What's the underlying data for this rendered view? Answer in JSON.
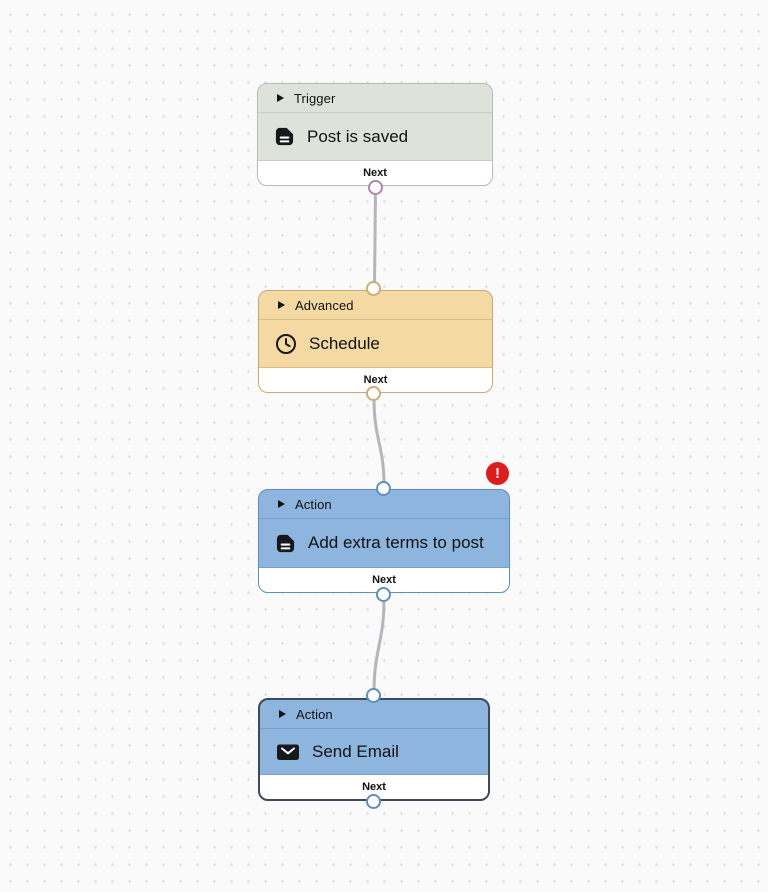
{
  "canvas": {
    "background_color": "#fafafa",
    "dot_color": "#d8d8d8",
    "connector_color": "#b5b5ba"
  },
  "nodes": [
    {
      "category": "Trigger",
      "title": "Post is saved",
      "icon": "document-icon",
      "footer_label": "Next",
      "has_error": false,
      "selected": false,
      "colors": {
        "background": "#dde3da",
        "border": "#b6bfb2",
        "separator": "#c6cec2",
        "port": "#ad87ad"
      }
    },
    {
      "category": "Advanced",
      "title": "Schedule",
      "icon": "clock-icon",
      "footer_label": "Next",
      "has_error": false,
      "selected": false,
      "colors": {
        "background": "#f4d9a2",
        "border": "#c9aa73",
        "separator": "#dbbe87",
        "port": "#cdad76"
      }
    },
    {
      "category": "Action",
      "title": "Add extra terms to post",
      "icon": "document-icon",
      "footer_label": "Next",
      "has_error": true,
      "selected": false,
      "colors": {
        "background": "#8db5de",
        "border": "#5e8fc1",
        "separator": "#73a0cf",
        "port": "#5e8fc1"
      }
    },
    {
      "category": "Action",
      "title": "Send Email",
      "icon": "mail-icon",
      "footer_label": "Next",
      "has_error": false,
      "selected": true,
      "colors": {
        "background": "#8db5de",
        "border": "#3e4a57",
        "separator": "#73a0cf",
        "port": "#5e8fc1"
      }
    }
  ],
  "error_badge": {
    "symbol": "!",
    "background": "#e01b1b",
    "symbol_color": "#ffffff"
  }
}
